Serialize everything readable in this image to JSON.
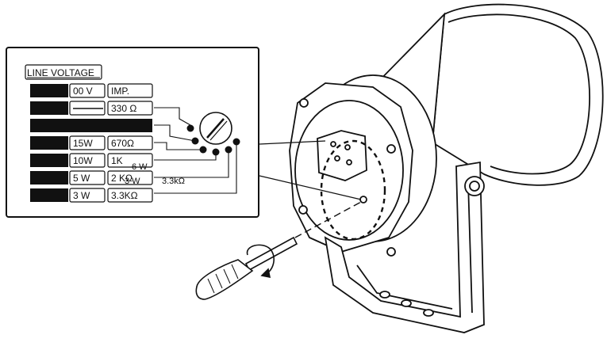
{
  "panel": {
    "title": "LINE VOLTAGE",
    "rows": [
      {
        "left": "",
        "voltage": "00 V",
        "imp": "IMP."
      },
      {
        "left": "",
        "voltage": "",
        "imp": "330 Ω"
      },
      {
        "left": "",
        "voltage": "",
        "imp": ""
      },
      {
        "left": "",
        "voltage": "15W",
        "imp": "670Ω"
      },
      {
        "left": "",
        "voltage": "10W",
        "imp": "1K"
      },
      {
        "left": "",
        "voltage": "5 W",
        "imp": "2 KΩ"
      },
      {
        "left": "",
        "voltage": "3 W",
        "imp": "3.3KΩ"
      }
    ],
    "overlay_labels": {
      "w6": "6 W",
      "w3": "3 W",
      "k33": "3.3kΩ"
    }
  },
  "colors": {
    "ink": "#111111",
    "fill_black": "#111111",
    "paper": "#ffffff"
  }
}
